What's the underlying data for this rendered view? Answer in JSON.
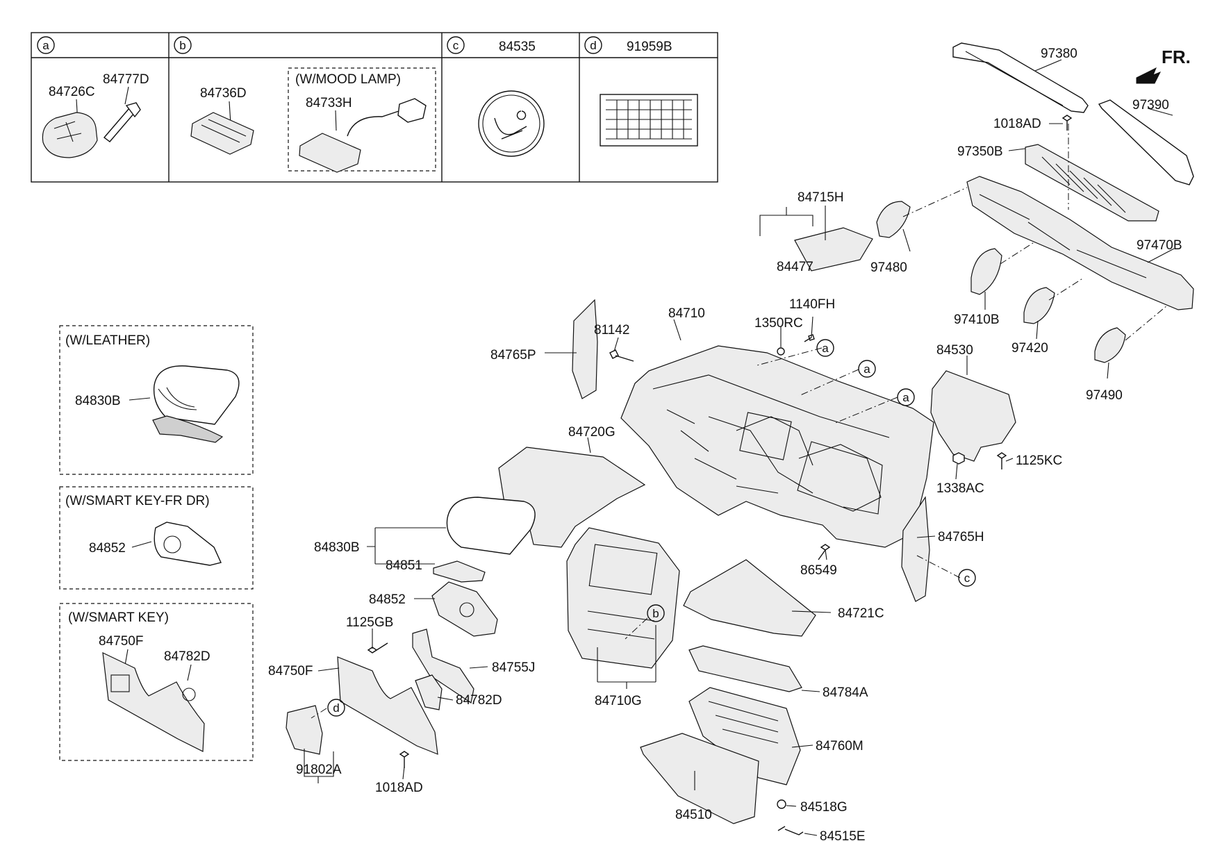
{
  "direction_label": "FR.",
  "legend": [
    {
      "letter": "a",
      "parts": [
        "84726C",
        "84777D"
      ]
    },
    {
      "letter": "b",
      "parts": [
        "84736D",
        "84733H"
      ],
      "option": "(W/MOOD LAMP)"
    },
    {
      "letter": "c",
      "header_part": "84535"
    },
    {
      "letter": "d",
      "header_part": "91959B"
    }
  ],
  "variant_boxes": [
    {
      "title": "(W/LEATHER)",
      "parts": [
        "84830B"
      ]
    },
    {
      "title": "(W/SMART KEY-FR DR)",
      "parts": [
        "84852"
      ]
    },
    {
      "title": "(W/SMART KEY)",
      "parts": [
        "84750F",
        "84782D"
      ]
    }
  ],
  "callout_letters": {
    "a": "a",
    "b": "b",
    "c": "c",
    "d": "d"
  },
  "parts": {
    "p97380": "97380",
    "p97390": "97390",
    "p1018AD_top": "1018AD",
    "p97350B": "97350B",
    "p84715H": "84715H",
    "p97480": "97480",
    "p97470B": "97470B",
    "p84477": "84477",
    "p1140FH": "1140FH",
    "p1350RC": "1350RC",
    "p97410B": "97410B",
    "p97420": "97420",
    "p84710": "84710",
    "p81142": "81142",
    "p84765P": "84765P",
    "p84530": "84530",
    "p97490": "97490",
    "p84720G": "84720G",
    "p1125KC": "1125KC",
    "p1338AC": "1338AC",
    "p84830B": "84830B",
    "p84851": "84851",
    "p84765H": "84765H",
    "p86549": "86549",
    "p84852": "84852",
    "p84721C": "84721C",
    "p1125GB": "1125GB",
    "p84755J": "84755J",
    "p84750F": "84750F",
    "p84782D": "84782D",
    "p84710G": "84710G",
    "p84784A": "84784A",
    "p84760M": "84760M",
    "p91802A": "91802A",
    "p1018AD_bot": "1018AD",
    "p84510": "84510",
    "p84518G": "84518G",
    "p84515E": "84515E"
  }
}
